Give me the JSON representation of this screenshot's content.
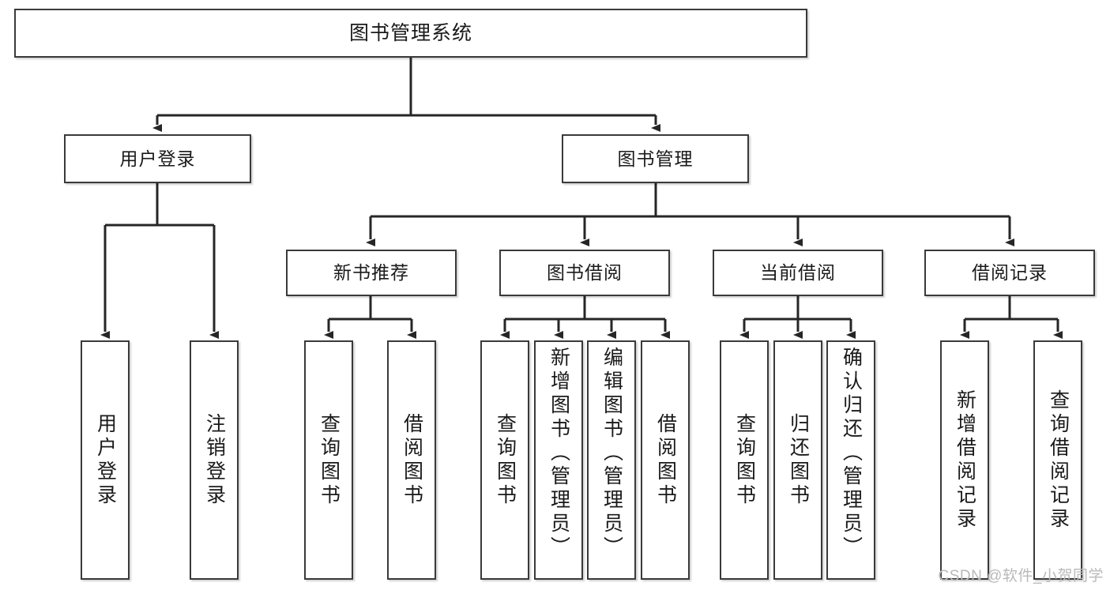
{
  "diagram": {
    "title": "图书管理系统",
    "type": "tree",
    "watermark": "CSDN @软件_小贺同学",
    "colors": {
      "box_border": "#3a3a3a",
      "box_fill": "#ffffff",
      "edge": "#262626",
      "text": "#1a1a1a",
      "watermark": "#b9b9b9"
    },
    "root": {
      "id": "root",
      "label": "图书管理系统"
    },
    "level2": [
      {
        "id": "n-user-login",
        "label": "用户登录"
      },
      {
        "id": "n-book-manage",
        "label": "图书管理"
      }
    ],
    "level3": [
      {
        "id": "n-new-book-rec",
        "label": "新书推荐",
        "parent": "n-book-manage"
      },
      {
        "id": "n-book-borrow",
        "label": "图书借阅",
        "parent": "n-book-manage"
      },
      {
        "id": "n-current-borrow",
        "label": "当前借阅",
        "parent": "n-book-manage"
      },
      {
        "id": "n-borrow-record",
        "label": "借阅记录",
        "parent": "n-book-manage"
      }
    ],
    "leaves": [
      {
        "id": "l-user-login",
        "label": "用户登录",
        "parent": "n-user-login"
      },
      {
        "id": "l-logout",
        "label": "注销登录",
        "parent": "n-user-login"
      },
      {
        "id": "l-query-book-1",
        "label": "查询图书",
        "parent": "n-new-book-rec"
      },
      {
        "id": "l-borrow-book-1",
        "label": "借阅图书",
        "parent": "n-new-book-rec"
      },
      {
        "id": "l-query-book-2",
        "label": "查询图书",
        "parent": "n-book-borrow"
      },
      {
        "id": "l-add-book",
        "label": "新增图书（管理员）",
        "parent": "n-book-borrow"
      },
      {
        "id": "l-edit-book",
        "label": "编辑图书（管理员）",
        "parent": "n-book-borrow"
      },
      {
        "id": "l-borrow-book-2",
        "label": "借阅图书",
        "parent": "n-book-borrow"
      },
      {
        "id": "l-query-book-3",
        "label": "查询图书",
        "parent": "n-current-borrow"
      },
      {
        "id": "l-return-book",
        "label": "归还图书",
        "parent": "n-current-borrow"
      },
      {
        "id": "l-confirm-return",
        "label": "确认归还（管理员）",
        "parent": "n-current-borrow"
      },
      {
        "id": "l-add-record",
        "label": "新增借阅记录",
        "parent": "n-borrow-record"
      },
      {
        "id": "l-query-record",
        "label": "查询借阅记录",
        "parent": "n-borrow-record"
      }
    ]
  }
}
